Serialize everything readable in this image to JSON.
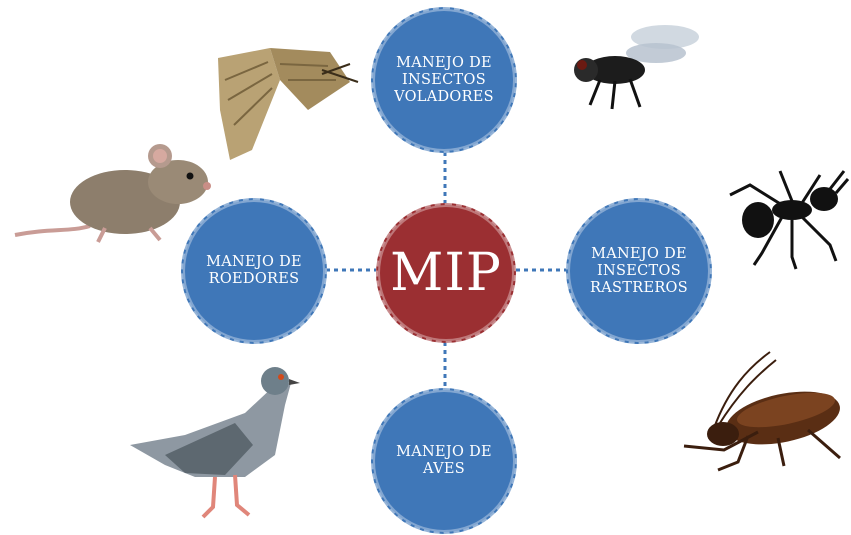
{
  "center": {
    "label": "MIP"
  },
  "nodes": {
    "top": {
      "lines": [
        "MANEJO DE",
        "INSECTOS",
        "VOLADORES"
      ]
    },
    "left": {
      "lines": [
        "MANEJO DE",
        "ROEDORES"
      ]
    },
    "right": {
      "lines": [
        "MANEJO DE",
        "INSECTOS",
        "RASTREROS"
      ]
    },
    "bottom": {
      "lines": [
        "MANEJO DE",
        "AVES"
      ]
    }
  },
  "colors": {
    "center": "#9b2f32",
    "nodes": "#3f77b8",
    "connector": "#3f77b8"
  },
  "images": [
    "moth",
    "fly",
    "rat",
    "ant",
    "pigeon",
    "cockroach"
  ]
}
